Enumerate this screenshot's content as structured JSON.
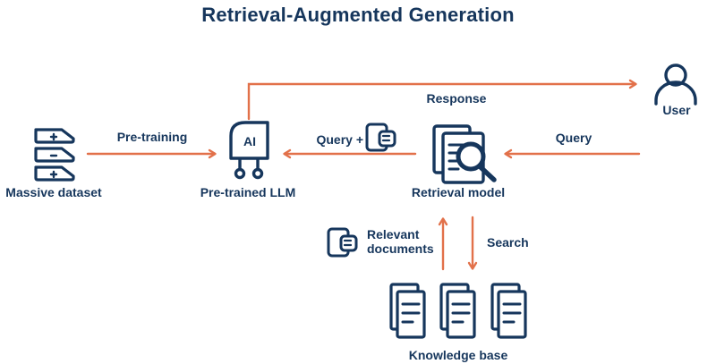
{
  "title": "Retrieval-Augmented Generation",
  "colors": {
    "navy": "#16365c",
    "orange": "#e2714a"
  },
  "nodes": {
    "massive_dataset": {
      "label": "Massive dataset",
      "icon": "database-icon"
    },
    "pretrained_llm": {
      "label": "Pre-trained LLM",
      "chip_text": "AI",
      "icon": "ai-chip-icon"
    },
    "retrieval_model": {
      "label": "Retrieval model",
      "icon": "document-search-icon"
    },
    "user": {
      "label": "User",
      "icon": "person-icon"
    },
    "knowledge_base": {
      "label": "Knowledge base",
      "icon": "document-stack-icon",
      "doc_count": 3
    }
  },
  "edges": {
    "pre_training": {
      "label": "Pre-training",
      "from": "massive_dataset",
      "to": "pretrained_llm"
    },
    "query_plus": {
      "label": "Query +",
      "icon": "document-icon",
      "from": "retrieval_model",
      "to": "pretrained_llm"
    },
    "response": {
      "label": "Response",
      "from": "pretrained_llm",
      "to": "user"
    },
    "query": {
      "label": "Query",
      "from": "user",
      "to": "retrieval_model"
    },
    "relevant_documents": {
      "label": "Relevant documents",
      "icon": "document-icon",
      "from": "knowledge_base",
      "to": "retrieval_model"
    },
    "search": {
      "label": "Search",
      "from": "retrieval_model",
      "to": "knowledge_base"
    }
  }
}
